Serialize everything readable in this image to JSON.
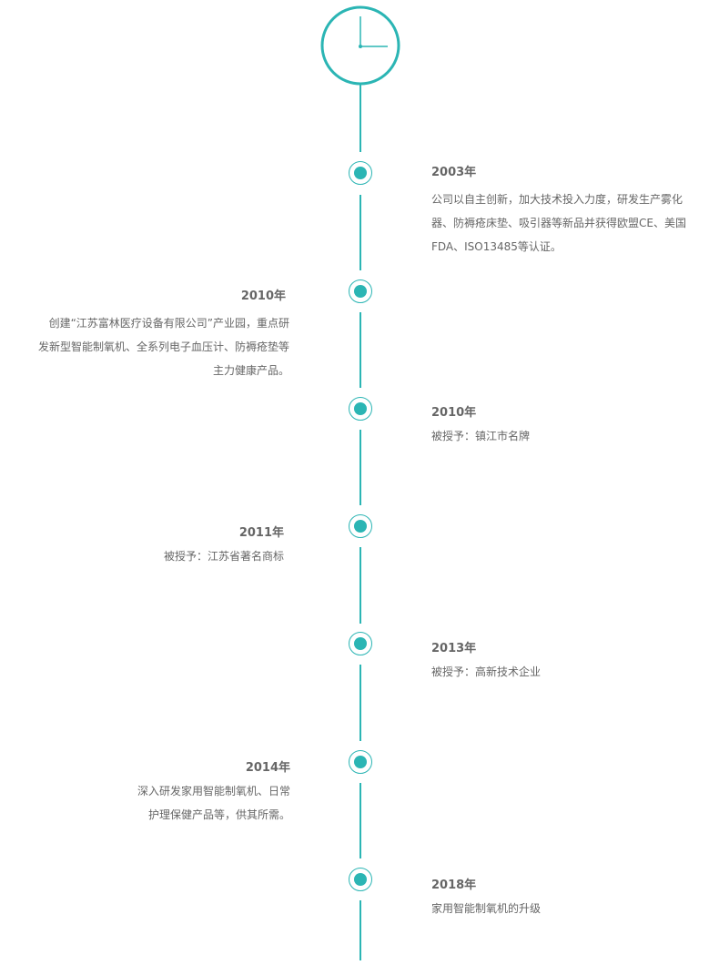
{
  "theme": {
    "accent": "#2bb5b4",
    "text": "#666666"
  },
  "header": {
    "icon": "clock-icon"
  },
  "timeline": [
    {
      "year": "2003年",
      "lines": [
        "公司以自主创新，加大技术投入力度，研发生产雾化",
        "器、防褥疮床垫、吸引器等新品并获得欧盟CE、美国",
        "FDA、ISO13485等认证。"
      ]
    },
    {
      "year": "2010年",
      "lines": [
        "创建“江苏富林医疗设备有限公司”产业园，重点研",
        "发新型智能制氧机、全系列电子血压计、防褥疮垫等",
        "主力健康产品。"
      ]
    },
    {
      "year": "2010年",
      "lines": [
        "被授予：镇江市名牌"
      ]
    },
    {
      "year": "2011年",
      "lines": [
        "被授予：江苏省著名商标"
      ]
    },
    {
      "year": "2013年",
      "lines": [
        "被授予：高新技术企业"
      ]
    },
    {
      "year": "2014年",
      "lines": [
        "深入研发家用智能制氧机、日常",
        "护理保健产品等，供其所需。"
      ]
    },
    {
      "year": "2018年",
      "lines": [
        "家用智能制氧机的升级"
      ]
    }
  ]
}
